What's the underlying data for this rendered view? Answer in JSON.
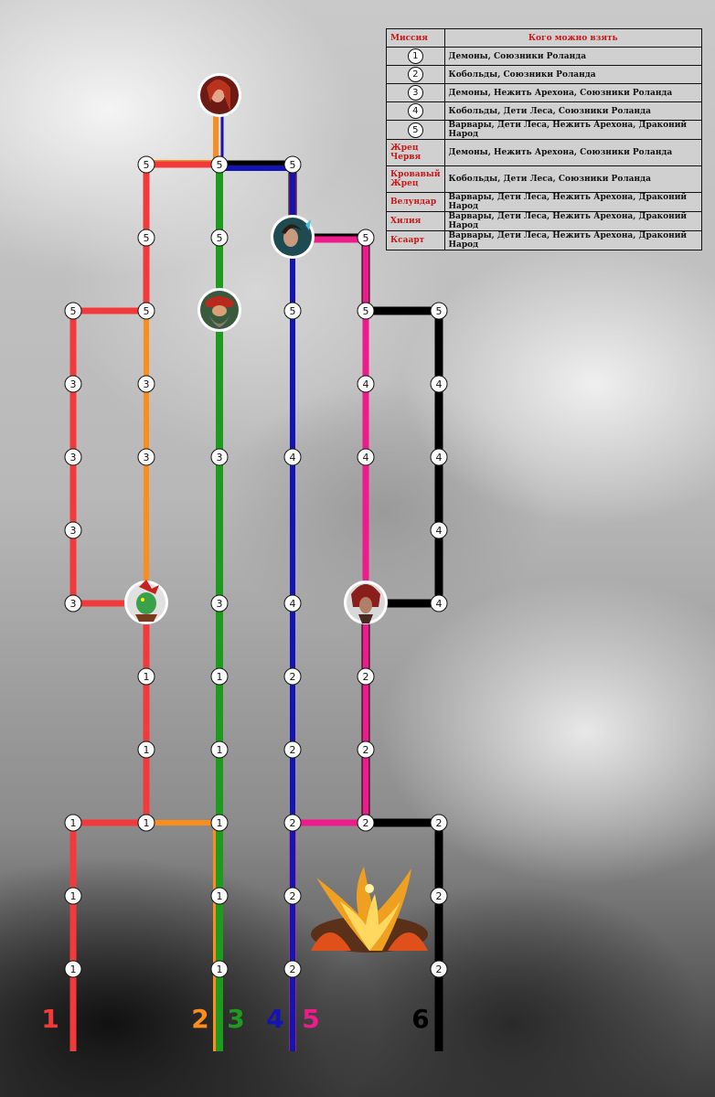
{
  "table": {
    "header": {
      "mission": "Миссия",
      "who": "Кого можно взять"
    },
    "rows": [
      {
        "num": "1",
        "desc": "Демоны, Союзники Роланда"
      },
      {
        "num": "2",
        "desc": "Кобольды, Союзники Роланда"
      },
      {
        "num": "3",
        "desc": "Демоны, Нежить Арехона, Союзники Роланда"
      },
      {
        "num": "4",
        "desc": "Кобольды, Дети Леса, Союзники Роланда"
      },
      {
        "num": "5",
        "desc": "Варвары, Дети Леса, Нежить Арехона, Драконий Народ"
      },
      {
        "name": "Жрец Червя",
        "desc": "Демоны, Нежить Арехона, Союзники Роланда"
      },
      {
        "name": "Кровавый Жрец",
        "desc": "Кобольды, Дети Леса, Союзники Роланда"
      },
      {
        "name": "Велундар",
        "desc": "Варвары, Дети Леса, Нежить Арехона, Драконий Народ"
      },
      {
        "name": "Хилия",
        "desc": "Варвары, Дети Леса, Нежить Арехона, Драконий Народ"
      },
      {
        "name": "Ксаарт",
        "desc": "Варвары, Дети Леса, Нежить Арехона, Драконий Народ"
      }
    ]
  },
  "colors": {
    "route1": "#f23a3a",
    "route2": "#fb8c1e",
    "route3": "#1e9a1e",
    "route4": "#1414b4",
    "route5": "#ee1c8a",
    "route6": "#000000"
  },
  "routes": [
    {
      "label": "1",
      "color": "#f23a3a"
    },
    {
      "label": "2",
      "color": "#fb8c1e"
    },
    {
      "label": "3",
      "color": "#1e9a1e"
    },
    {
      "label": "4",
      "color": "#1414b4"
    },
    {
      "label": "5",
      "color": "#ee1c8a"
    },
    {
      "label": "6",
      "color": "#000000"
    }
  ],
  "portraits": [
    {
      "icon": "red-haired-heroine-portrait"
    },
    {
      "icon": "dark-haired-hero-portrait"
    },
    {
      "icon": "dwarf-warrior-portrait"
    },
    {
      "icon": "lizard-warrior-portrait"
    },
    {
      "icon": "tribal-shaman-portrait"
    },
    {
      "icon": "phoenix-fire-icon"
    }
  ]
}
